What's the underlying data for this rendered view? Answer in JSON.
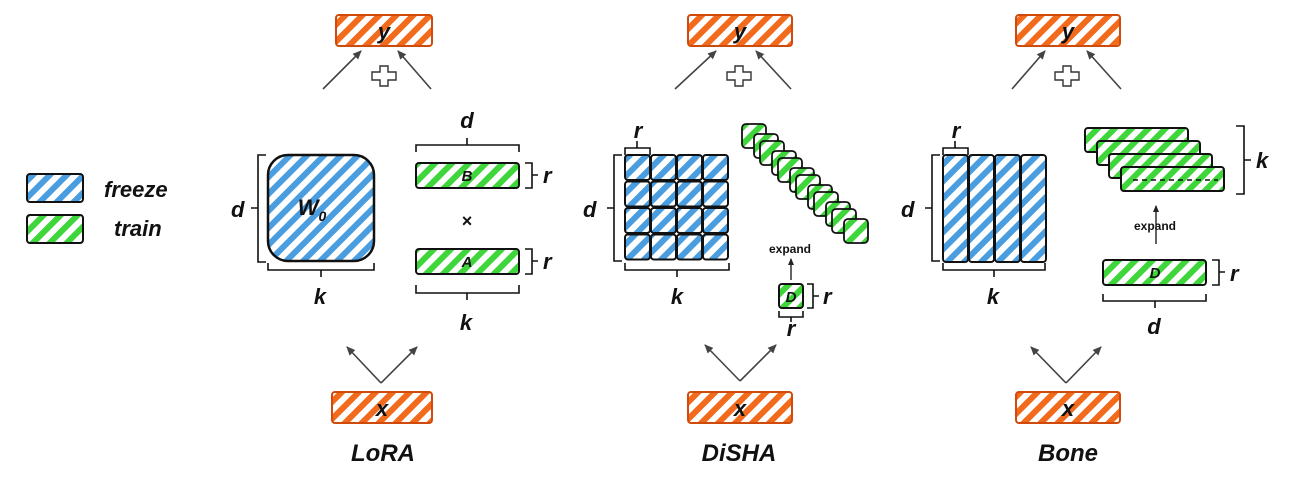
{
  "legend": {
    "freeze": "freeze",
    "train": "train"
  },
  "colors": {
    "freeze": "#4a9ee0",
    "train": "#3ed63a",
    "io": "#f26a1b",
    "outline": "#111111"
  },
  "lora": {
    "title": "LoRA",
    "output": "y",
    "input": "x",
    "weight": "W",
    "weight_sub": "0",
    "dim_d": "d",
    "dim_k": "k",
    "matrix_b": "B",
    "matrix_a": "A",
    "rank_b": "r",
    "rank_a": "r",
    "b_width": "d",
    "a_width": "k",
    "multiply": "×",
    "plus_icon": "plus"
  },
  "disha": {
    "title": "DiSHA",
    "output": "y",
    "input": "x",
    "dim_d": "d",
    "dim_k": "k",
    "block_r": "r",
    "expand": "expand",
    "matrix_d": "D",
    "d_rank_right": "r",
    "d_rank_bottom": "r"
  },
  "bone": {
    "title": "Bone",
    "output": "y",
    "input": "x",
    "dim_d": "d",
    "dim_k": "k",
    "block_r": "r",
    "stack_k": "k",
    "expand": "expand",
    "matrix_d": "D",
    "d_rank": "r",
    "d_width": "d"
  }
}
